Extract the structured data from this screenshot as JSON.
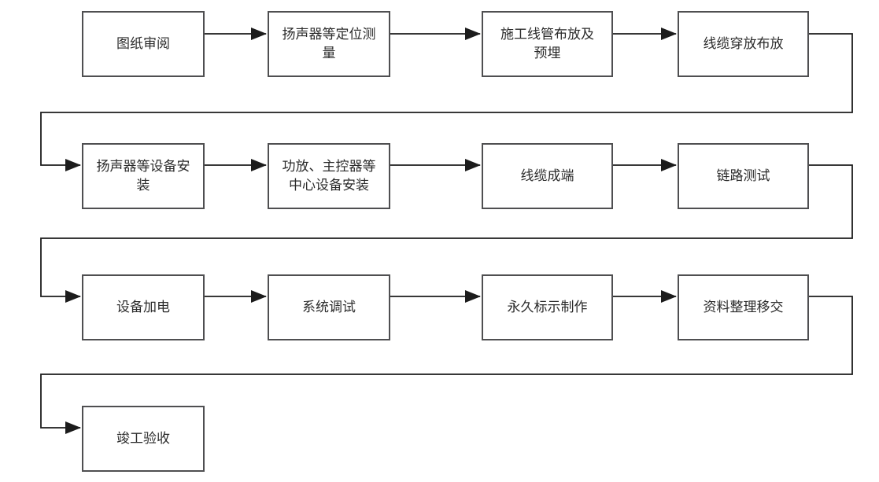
{
  "diagram": {
    "type": "flowchart",
    "flow_order": "left-to-right, wrapping to next row at row end, ending at completion acceptance",
    "boxes": [
      {
        "id": "drawing-review",
        "label": "图纸审阅"
      },
      {
        "id": "speaker-positioning-survey",
        "label": "扬声器等定位测\n量"
      },
      {
        "id": "conduit-laying-preembed",
        "label": "施工线管布放及\n预埋"
      },
      {
        "id": "cable-pulling-laying",
        "label": "线缆穿放布放"
      },
      {
        "id": "speaker-equipment-install",
        "label": "扬声器等设备安\n装"
      },
      {
        "id": "amp-controller-install",
        "label": "功放、主控器等\n中心设备安装"
      },
      {
        "id": "cable-termination",
        "label": "线缆成端"
      },
      {
        "id": "link-testing",
        "label": "链路测试"
      },
      {
        "id": "equipment-power-on",
        "label": "设备加电"
      },
      {
        "id": "system-commissioning",
        "label": "系统调试"
      },
      {
        "id": "permanent-labeling",
        "label": "永久标示制作"
      },
      {
        "id": "documentation-handover",
        "label": "资料整理移交"
      },
      {
        "id": "completion-acceptance",
        "label": "竣工验收"
      }
    ],
    "colors": {
      "background": "#ffffff",
      "box_border": "#4f4f51",
      "connector": "#1c1c1c",
      "text": "#2b2b2b"
    }
  }
}
